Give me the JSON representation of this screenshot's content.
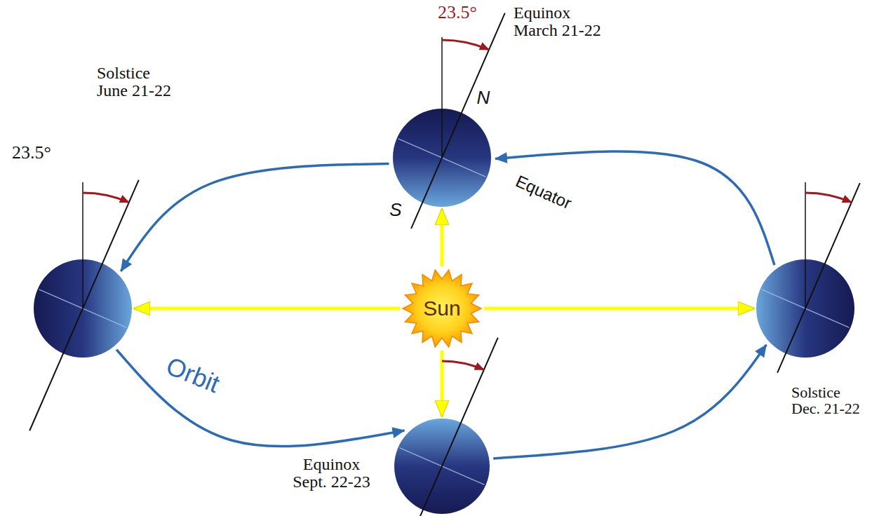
{
  "diagram": {
    "nodes": [
      {
        "text": [
          "23.5°",
          "Equinox March 21-22",
          "N",
          "S",
          "Equator"
        ]
      },
      {
        "text": [
          "Solstice June 21-22",
          "23.5°"
        ]
      },
      {
        "text": [
          "Sun"
        ]
      },
      {
        "text": [
          "Solstice Dec. 21-22"
        ]
      },
      {
        "text": [
          "Equinox Sept. 22-23"
        ]
      }
    ],
    "edges": [
      {
        "from": 2,
        "to": 0,
        "arrow": "to"
      },
      {
        "from": 2,
        "to": 1,
        "arrow": "to"
      },
      {
        "from": 2,
        "to": 3,
        "arrow": "to"
      },
      {
        "from": 2,
        "to": 4,
        "arrow": "to"
      },
      {
        "from": 0,
        "to": 1,
        "arrow": "to"
      },
      {
        "from": 1,
        "to": 4,
        "arrow": "to",
        "label": "Orbit"
      },
      {
        "from": 3,
        "to": 0,
        "arrow": "to"
      },
      {
        "from": 4,
        "to": 3,
        "arrow": "to"
      }
    ]
  }
}
